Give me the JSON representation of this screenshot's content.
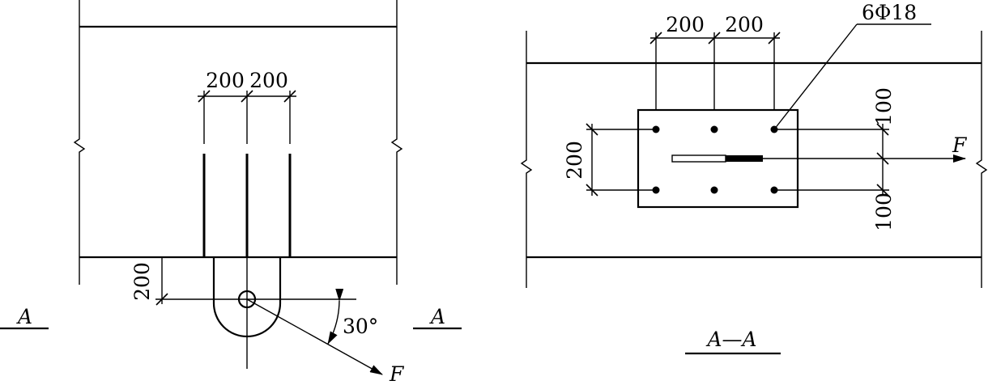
{
  "left_view": {
    "dim_top_1": "200",
    "dim_top_2": "200",
    "dim_side": "200",
    "angle": "30°",
    "force": "F",
    "section_mark_left": "A",
    "section_mark_right": "A"
  },
  "right_view": {
    "rebar_label": "6Φ18",
    "dim_top_1": "200",
    "dim_top_2": "200",
    "dim_left": "200",
    "dim_right_top": "100",
    "dim_right_bottom": "100",
    "force": "F",
    "section_title": "A—A"
  }
}
